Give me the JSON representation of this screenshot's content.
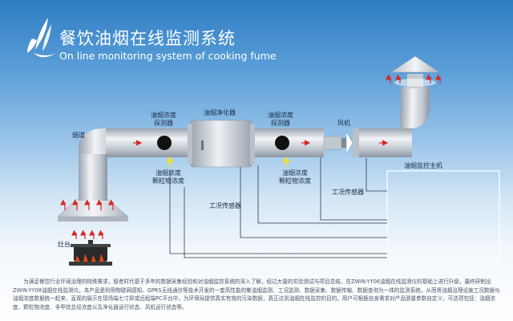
{
  "header": {
    "title_cn": "餐饮油烟在线监测系统",
    "title_en": "On line monitoring system of cooking fume"
  },
  "labels": {
    "flue": "烟道",
    "stove": "灶台",
    "purifier": "油烟净化器",
    "probe_left": [
      "油烟浓度",
      "探测器"
    ],
    "probe_right": [
      "油烟浓度",
      "探测器"
    ],
    "fan": "风机",
    "particle_left": [
      "油烟浓度",
      "颗粒物浓度"
    ],
    "particle_right": [
      "油烟浓度",
      "颗粒物浓度"
    ],
    "sensor_1": "工况传感器",
    "sensor_2": "工况传感器",
    "host": "油烟监控主机"
  },
  "description": "为满足餐饮行业环境治理的特殊需求，智者时代基于多年的数据采集经验和对油烟监控系统的深入了解，经过大量的实验测试与项目总结，在ZWIN-YY06油烟在线监测仪的基础上进行升级，最终研制出ZWIN-YY08油烟在线监测仪。本产品是利用物联网感知、GPRS无线通信等技术开发的一套高性能的集油烟监测、工况监测、数据采集、数据传输、数据查询为一体的监测系统，从而将油烟治理设施工况数据与油烟浓度数据统一起来，直观的展示在现场端七寸屏或远程端PC平台中，为环保局提供真实有效的污染数据，真正达到油烟在线监控的目的。用户可根据自身需求对产品测量参数自定义，可选项包括：油烟浓度、颗粒物浓度、非甲烷总烃浓度以及净化器运行状态、风机运行状态等。",
  "colors": {
    "pipe": "#c9ced6",
    "flow_arrow": "#d62828",
    "probe": "#111111",
    "indicator_arrow": "#e8e23a",
    "host_frame": "#ffffff"
  }
}
